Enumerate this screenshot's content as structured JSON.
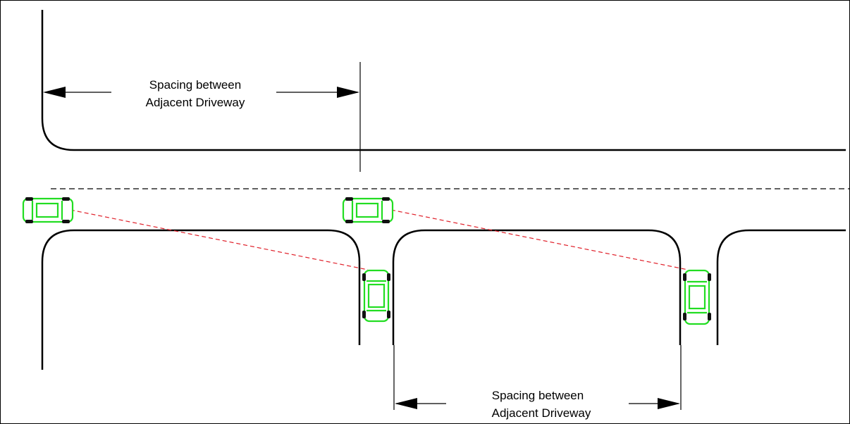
{
  "dimension_top": {
    "line1": "Spacing between",
    "line2": "Adjacent Driveway"
  },
  "dimension_bottom": {
    "line1": "Spacing between",
    "line2": "Adjacent Driveway"
  },
  "colors": {
    "road_edges": "#000000",
    "vehicles": "#22dd22",
    "sight_lines": "#e0202a"
  },
  "elements": {
    "vehicles_on_main_road": 2,
    "vehicles_in_driveways": 2,
    "driveways": 2,
    "sight_lines": 2
  }
}
